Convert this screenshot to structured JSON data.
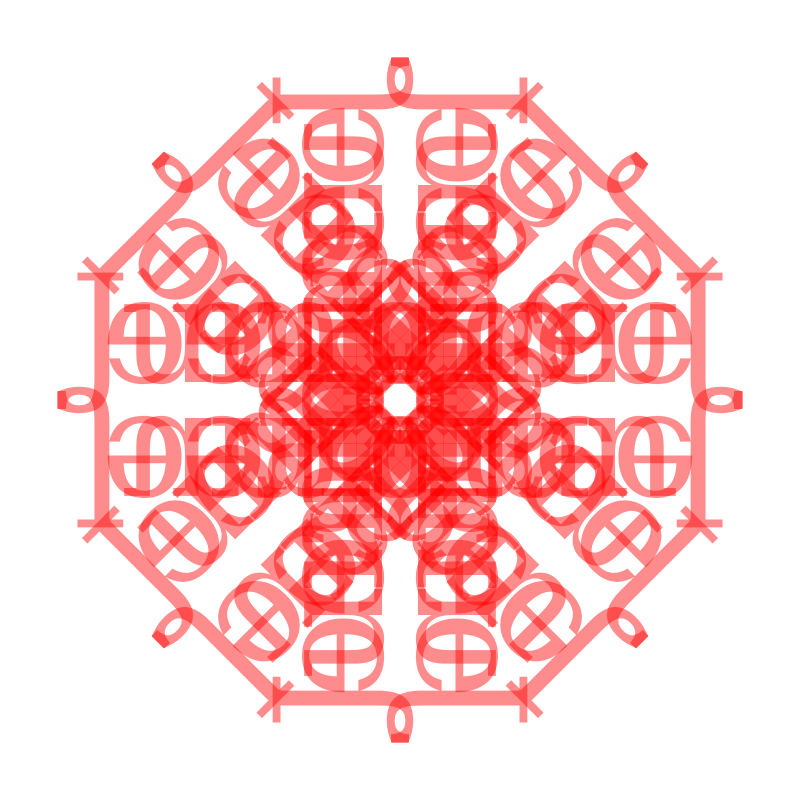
{
  "artwork": {
    "word": "Jumpfree",
    "color": "#ff0000",
    "opacity": 0.45,
    "background": "#ffffff",
    "repeat_count": 8,
    "symmetry": "rotational, with mirrored copies"
  }
}
